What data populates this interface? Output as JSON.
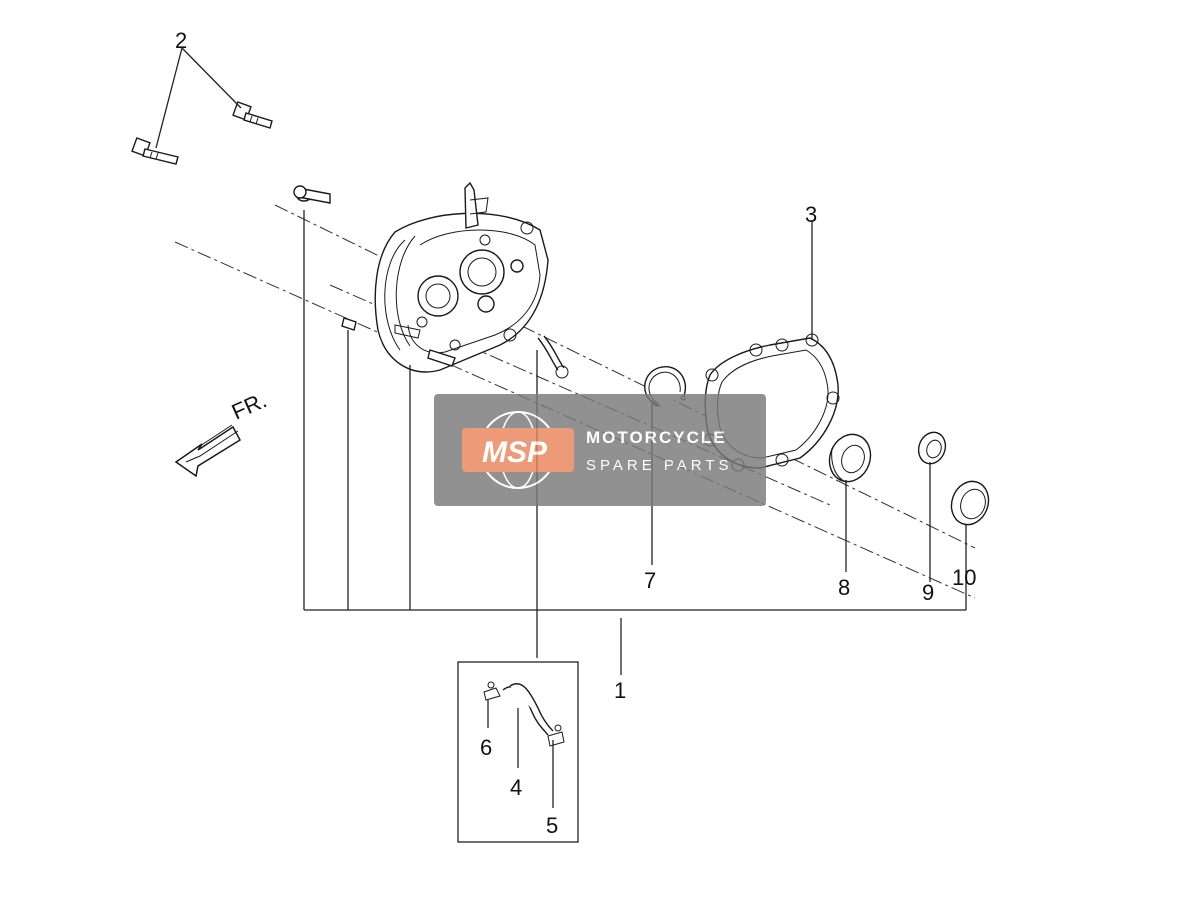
{
  "direction_label": "FR.",
  "watermark": {
    "logo": "MSP",
    "line1": "MOTORCYCLE",
    "line2": "SPARE PARTS"
  },
  "parts": [
    {
      "key": "n1",
      "label": "1"
    },
    {
      "key": "n2",
      "label": "2"
    },
    {
      "key": "n3",
      "label": "3"
    },
    {
      "key": "n4",
      "label": "4"
    },
    {
      "key": "n5",
      "label": "5"
    },
    {
      "key": "n6",
      "label": "6"
    },
    {
      "key": "n7",
      "label": "7"
    },
    {
      "key": "n8",
      "label": "8"
    },
    {
      "key": "n9",
      "label": "9"
    },
    {
      "key": "n10",
      "label": "10"
    }
  ],
  "colors": {
    "line": "#222222",
    "watermark_bg": "#7a7a7a",
    "watermark_logo": "#e8845a"
  }
}
